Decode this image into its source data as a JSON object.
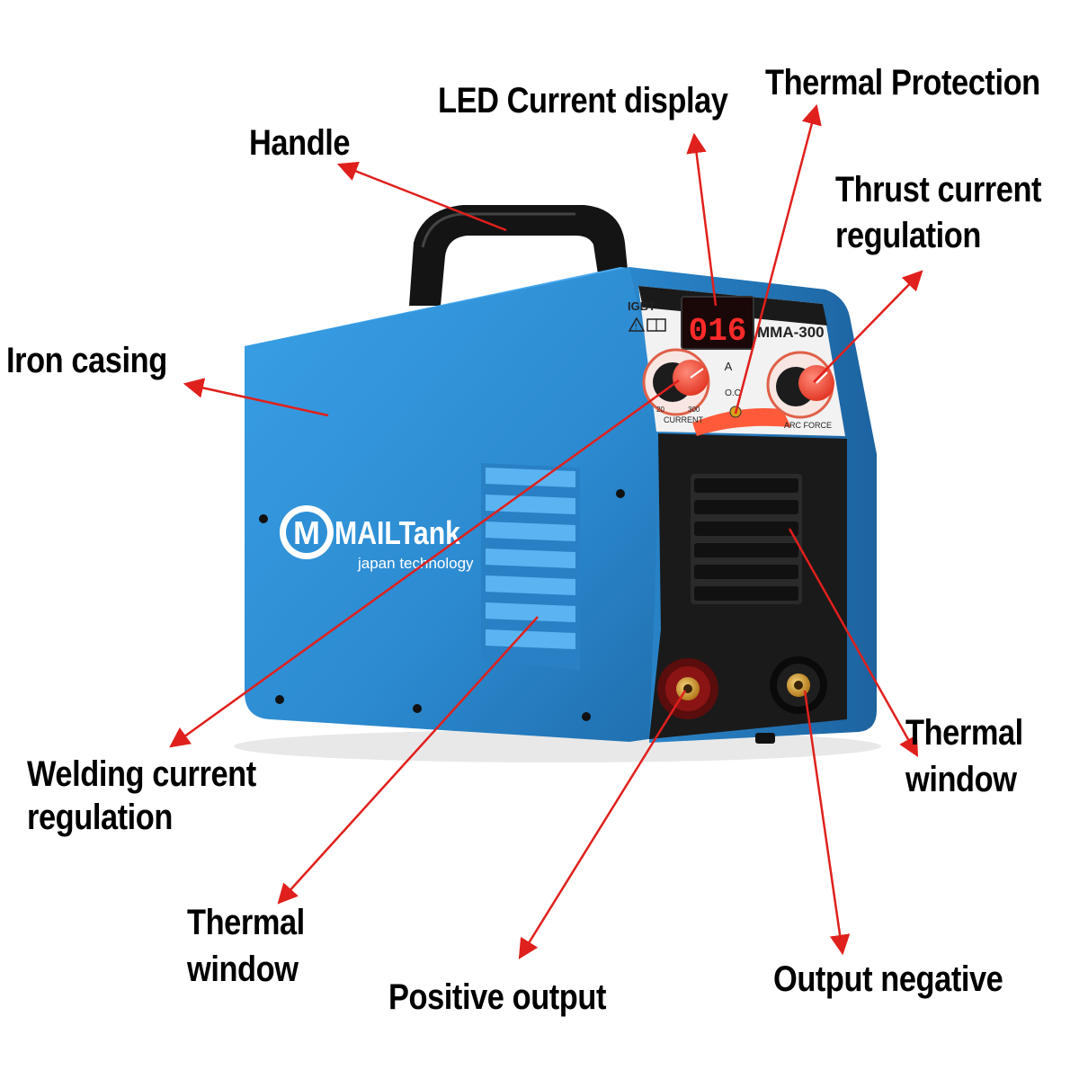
{
  "colors": {
    "casing_blue": "#2e8fd6",
    "casing_blue_dark": "#1f6aa5",
    "front_panel": "#1a1a1a",
    "arrow": "#e0201c",
    "led": "#ff2a2a",
    "knob": "#ff4a3a"
  },
  "device": {
    "brand": "MAILTank",
    "tagline": "japan technology",
    "model": "MMA-300",
    "igbt": "IGBT",
    "led_value": "016",
    "unit": "A",
    "oc": "O.C",
    "current_label": "CURRENT",
    "arc_force_label": "ARC FORCE",
    "dial_min": "20",
    "dial_max": "300"
  },
  "callouts": {
    "handle": "Handle",
    "led_display": "LED Current display",
    "thermal_protection": "Thermal Protection",
    "thrust_line1": "Thrust current",
    "thrust_line2": "regulation",
    "iron_casing": "Iron casing",
    "welding_line1": "Welding current",
    "welding_line2": "regulation",
    "thermal_window_right_line1": "Thermal",
    "thermal_window_right_line2": "window",
    "thermal_window_left_line1": "Thermal",
    "thermal_window_left_line2": "window",
    "positive_output": "Positive output",
    "output_negative": "Output negative"
  },
  "icons": [
    "warning-icon",
    "manual-icon",
    "arrow-icon"
  ]
}
